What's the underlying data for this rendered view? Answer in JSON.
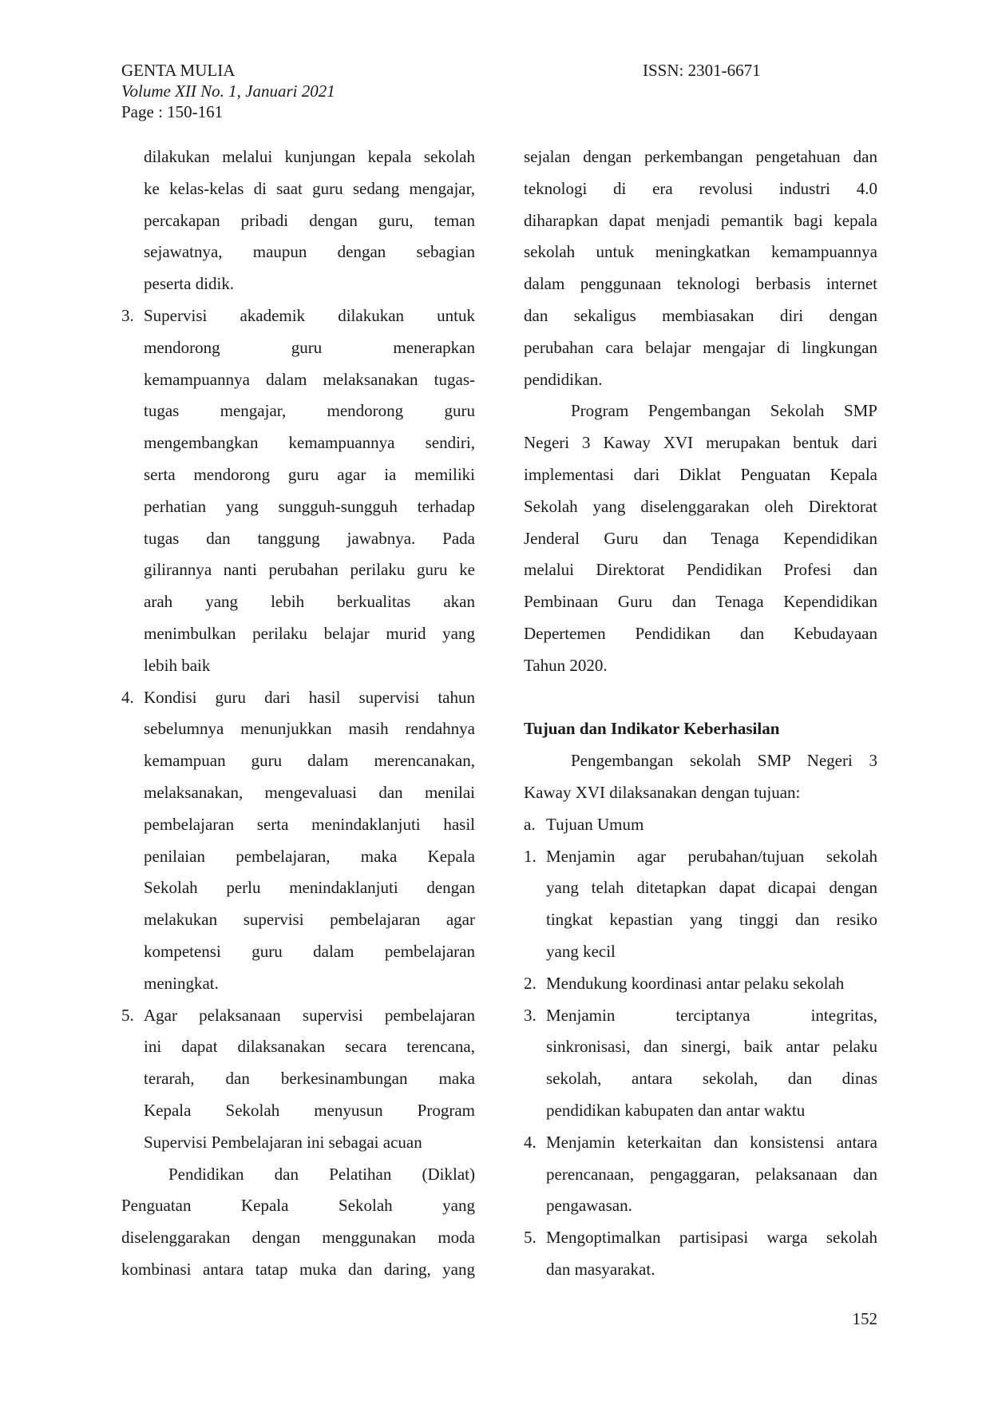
{
  "header": {
    "journal": "GENTA MULIA",
    "volume": "Volume XII No. 1, Januari 2021",
    "pages": "Page : 150-161",
    "issn": "ISSN: 2301-6671"
  },
  "page_number": "152",
  "left_column": [
    {
      "type": "list-continuation",
      "lines": [
        "dilakukan melalui kunjungan kepala sekolah",
        "ke kelas-kelas di saat guru sedang mengajar,",
        "percakapan pribadi dengan guru, teman",
        "sejawatnya, maupun dengan sebagian",
        "peserta didik."
      ]
    },
    {
      "type": "list-item",
      "marker": "3.",
      "lines": [
        "Supervisi akademik dilakukan untuk",
        "mendorong guru menerapkan",
        "kemampuannya dalam melaksanakan tugas-",
        "tugas mengajar, mendorong guru",
        "mengembangkan kemampuannya sendiri,",
        "serta mendorong guru agar ia memiliki",
        "perhatian yang sungguh-sungguh terhadap",
        "tugas dan tanggung jawabnya. Pada",
        "gilirannya nanti perubahan perilaku guru ke",
        "arah yang lebih berkualitas akan",
        "menimbulkan perilaku belajar murid yang",
        "lebih baik"
      ]
    },
    {
      "type": "list-item",
      "marker": "4.",
      "lines": [
        "Kondisi guru dari hasil supervisi tahun",
        "sebelumnya menunjukkan masih rendahnya",
        "kemampuan guru dalam merencanakan,",
        "melaksanakan, mengevaluasi dan menilai",
        "pembelajaran serta menindaklanjuti hasil",
        "penilaian pembelajaran, maka Kepala",
        "Sekolah perlu menindaklanjuti dengan",
        "melakukan supervisi pembelajaran agar",
        "kompetensi guru dalam pembelajaran",
        "meningkat."
      ]
    },
    {
      "type": "list-item",
      "marker": "5.",
      "lines": [
        "Agar pelaksanaan supervisi pembelajaran",
        "ini dapat dilaksanakan secara terencana,",
        "terarah, dan berkesinambungan maka",
        "Kepala Sekolah menyusun Program",
        "Supervisi Pembelajaran ini sebagai acuan"
      ]
    },
    {
      "type": "paragraph",
      "continues": true,
      "lines": [
        "Pendidikan dan Pelatihan (Diklat)",
        "Penguatan Kepala Sekolah yang",
        "diselenggarakan dengan menggunakan moda",
        "kombinasi antara tatap muka dan daring, yang"
      ]
    }
  ],
  "right_column": [
    {
      "type": "paragraph-continuation",
      "lines": [
        "sejalan dengan perkembangan pengetahuan dan",
        "teknologi di era revolusi industri 4.0",
        "diharapkan dapat menjadi pemantik bagi kepala",
        "sekolah untuk meningkatkan kemampuannya",
        "dalam penggunaan teknologi berbasis internet",
        "dan sekaligus membiasakan diri dengan",
        "perubahan cara belajar mengajar di lingkungan",
        "pendidikan."
      ]
    },
    {
      "type": "paragraph",
      "lines": [
        "Program Pengembangan Sekolah SMP",
        "Negeri 3 Kaway XVI merupakan bentuk dari",
        "implementasi dari Diklat Penguatan Kepala",
        "Sekolah yang diselenggarakan oleh Direktorat",
        "Jenderal Guru dan Tenaga Kependidikan",
        "melalui Direktorat Pendidikan Profesi dan",
        "Pembinaan Guru dan Tenaga Kependidikan",
        "Depertemen Pendidikan dan Kebudayaan",
        "Tahun 2020."
      ]
    },
    {
      "type": "spacer",
      "lines": []
    },
    {
      "type": "heading",
      "lines": [
        "Tujuan dan Indikator Keberhasilan"
      ]
    },
    {
      "type": "paragraph",
      "lines": [
        "Pengembangan sekolah SMP Negeri 3",
        "Kaway XVI dilaksanakan dengan tujuan:"
      ]
    },
    {
      "type": "list-item",
      "marker": "a.",
      "lines": [
        "Tujuan Umum"
      ]
    },
    {
      "type": "list-item",
      "marker": "1.",
      "lines": [
        "Menjamin agar perubahan/tujuan sekolah",
        "yang telah ditetapkan dapat dicapai dengan",
        "tingkat kepastian yang tinggi dan resiko",
        "yang kecil"
      ]
    },
    {
      "type": "list-item",
      "marker": "2.",
      "lines": [
        "Mendukung koordinasi antar pelaku sekolah"
      ]
    },
    {
      "type": "list-item",
      "marker": "3.",
      "lines": [
        "Menjamin terciptanya integritas,",
        "sinkronisasi, dan sinergi, baik antar pelaku",
        "sekolah, antara sekolah, dan dinas",
        "pendidikan kabupaten dan antar waktu"
      ]
    },
    {
      "type": "list-item",
      "marker": "4.",
      "lines": [
        "Menjamin keterkaitan dan konsistensi antara",
        "perencanaan, pengaggaran, pelaksanaan dan",
        "pengawasan."
      ]
    },
    {
      "type": "list-item",
      "marker": "5.",
      "lines": [
        "Mengoptimalkan partisipasi warga sekolah",
        "dan masyarakat."
      ]
    }
  ]
}
